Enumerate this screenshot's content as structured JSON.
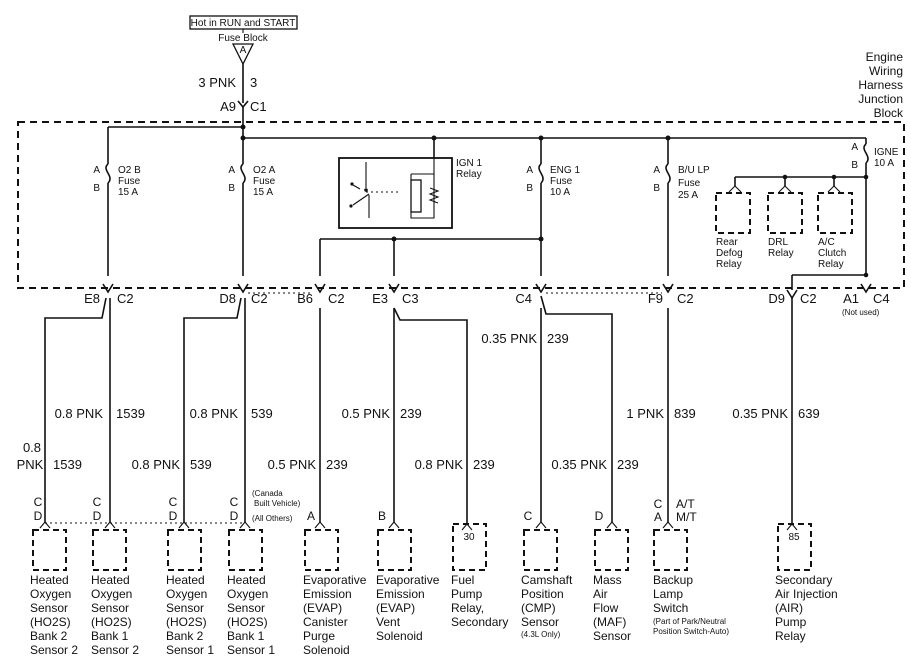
{
  "top": {
    "hot_label": "Hot in RUN and START",
    "fuse_block": "Fuse Block",
    "fuse_pin": "A",
    "wire_left": "3 PNK",
    "wire_right": "3",
    "conn_left": "A9",
    "conn_right": "C1"
  },
  "junction_block": {
    "line1": "Engine",
    "line2": "Wiring",
    "line3": "Harness",
    "line4": "Junction",
    "line5": "Block"
  },
  "fuses": [
    {
      "name": "O2 B",
      "word": "Fuse",
      "rating": "15 A",
      "pin_a": "A",
      "pin_b": "B"
    },
    {
      "name": "O2 A",
      "word": "Fuse",
      "rating": "15 A",
      "pin_a": "A",
      "pin_b": "B"
    },
    {
      "name": "ENG 1",
      "word": "Fuse",
      "rating": "10 A",
      "pin_a": "A",
      "pin_b": "B"
    },
    {
      "name": "B/U LP",
      "word": "Fuse",
      "rating": "25 A",
      "pin_a": "A",
      "pin_b": "B"
    },
    {
      "name": "IGNE",
      "word": "",
      "rating": "10 A",
      "pin_a": "A",
      "pin_b": "B"
    }
  ],
  "ign_relay": {
    "line1": "IGN 1",
    "line2": "Relay"
  },
  "block_relays": [
    {
      "line1": "Rear",
      "line2": "Defog",
      "line3": "Relay"
    },
    {
      "line1": "DRL",
      "line2": "Relay",
      "line3": ""
    },
    {
      "line1": "A/C",
      "line2": "Clutch",
      "line3": "Relay"
    }
  ],
  "connectors": [
    {
      "pin": "E8",
      "conn": "C2"
    },
    {
      "pin": "D8",
      "conn": "C2"
    },
    {
      "pin": "B6",
      "conn": "C2"
    },
    {
      "pin": "E3",
      "conn": "C3"
    },
    {
      "pin": "C4",
      "conn": ""
    },
    {
      "pin": "F9",
      "conn": "C2"
    },
    {
      "pin": "D9",
      "conn": "C2"
    },
    {
      "pin": "A1",
      "conn": "C4"
    }
  ],
  "not_used": "(Not used)",
  "wires": [
    {
      "size": "0.8",
      "num": "",
      "extra": "PNK",
      "extra_num": "1539"
    },
    {
      "size": "0.8 PNK",
      "num": "1539"
    },
    {
      "size": "0.8 PNK",
      "num": "539"
    },
    {
      "size": "0.8 PNK",
      "num": "539"
    },
    {
      "size": "0.5 PNK",
      "num": "239"
    },
    {
      "size": "0.5 PNK",
      "num": "239"
    },
    {
      "size": "0.8 PNK",
      "num": "239"
    },
    {
      "size": "0.35 PNK",
      "num": "239"
    },
    {
      "size": "0.35 PNK",
      "num": "239"
    },
    {
      "size": "1 PNK",
      "num": "839"
    },
    {
      "size": "0.35 PNK",
      "num": "639"
    }
  ],
  "canada": {
    "line1": "(Canada",
    "line2": "Built Vehicle)",
    "line3": "(All Others)"
  },
  "backup_pins": {
    "c": "C",
    "a": "A",
    "at": "A/T",
    "mt": "M/T"
  },
  "components": [
    {
      "pins": [
        "C",
        "D"
      ],
      "lines": [
        "Heated",
        "Oxygen",
        "Sensor",
        "(HO2S)",
        "Bank 2",
        "Sensor 2"
      ]
    },
    {
      "pins": [
        "C",
        "D"
      ],
      "lines": [
        "Heated",
        "Oxygen",
        "Sensor",
        "(HO2S)",
        "Bank 1",
        "Sensor 2"
      ]
    },
    {
      "pins": [
        "C",
        "D"
      ],
      "lines": [
        "Heated",
        "Oxygen",
        "Sensor",
        "(HO2S)",
        "Bank 2",
        "Sensor 1"
      ]
    },
    {
      "pins": [
        "C",
        "D"
      ],
      "lines": [
        "Heated",
        "Oxygen",
        "Sensor",
        "(HO2S)",
        "Bank 1",
        "Sensor 1"
      ]
    },
    {
      "pins": [
        "A"
      ],
      "lines": [
        "Evaporative",
        "Emission",
        "(EVAP)",
        "Canister",
        "Purge",
        "Solenoid"
      ]
    },
    {
      "pins": [
        "B"
      ],
      "lines": [
        "Evaporative",
        "Emission",
        "(EVAP)",
        "Vent",
        "Solenoid"
      ]
    },
    {
      "pins": [
        "30"
      ],
      "lines": [
        "Fuel",
        "Pump",
        "Relay,",
        "Secondary"
      ]
    },
    {
      "pins": [
        "C"
      ],
      "lines": [
        "Camshaft",
        "Position",
        "(CMP)",
        "Sensor"
      ],
      "note": "(4.3L Only)"
    },
    {
      "pins": [
        "D"
      ],
      "lines": [
        "Mass",
        "Air",
        "Flow",
        "(MAF)",
        "Sensor"
      ]
    },
    {
      "pins": [],
      "lines": [
        "Backup",
        "Lamp",
        "Switch"
      ],
      "note": "(Part of Park/Neutral",
      "note2": "Position Switch-Auto)"
    },
    {
      "pins": [
        "85"
      ],
      "lines": [
        "Secondary",
        "Air Injection",
        "(AIR)",
        "Pump",
        "Relay"
      ]
    }
  ]
}
